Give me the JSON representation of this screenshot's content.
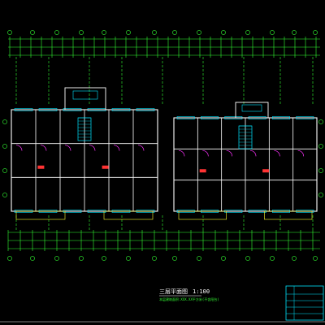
{
  "drawing": {
    "title": "三层平面图",
    "scale": "1:100",
    "note": "本层建筑面积:XXX.XX平方米(不含阳台)"
  },
  "colors": {
    "background": "#000000",
    "axis": "#33ff33",
    "wall": "#ffffff",
    "window": "#00e5ff",
    "door": "#ff33ff",
    "annotation": "#ffff33",
    "accent": "#ff3333"
  }
}
